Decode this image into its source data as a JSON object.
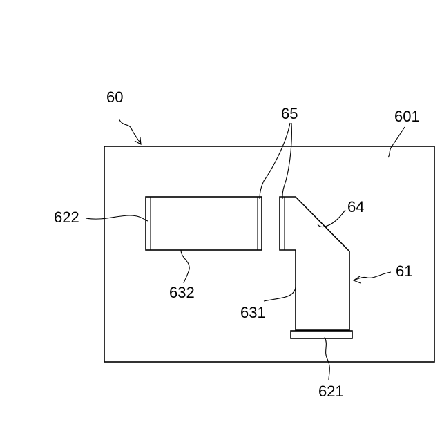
{
  "diagram": {
    "labels": {
      "device": "60",
      "base_surface": "601",
      "bent_member": "61",
      "end_face_bottom": "621",
      "end_face_left": "622",
      "side_face_bent": "631",
      "side_face_straight": "632",
      "inclined_face": "64",
      "gap_faces": "65"
    },
    "colors": {
      "line": "#000000",
      "background": "#ffffff"
    }
  }
}
